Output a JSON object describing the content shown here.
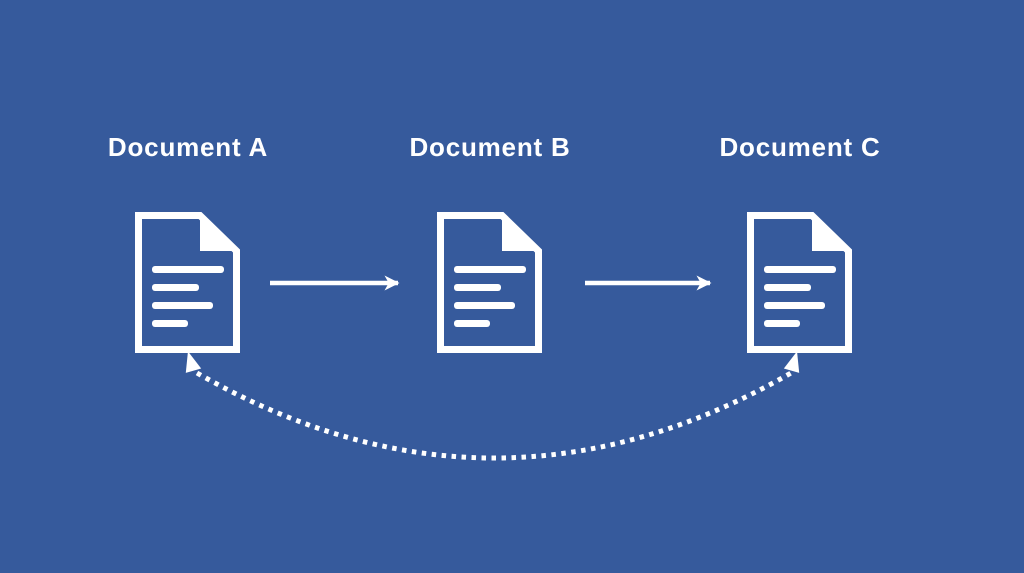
{
  "canvas": {
    "background_color": "#365a9c",
    "accent_color": "#ffffff"
  },
  "diagram": {
    "type": "flow",
    "description": "Three document icons in a row connected left-to-right by solid arrows, with a dotted curved double-headed arrow linking Document A and Document C underneath",
    "nodes": [
      {
        "id": "document-a",
        "label": "Document A",
        "icon": "document-icon"
      },
      {
        "id": "document-b",
        "label": "Document B",
        "icon": "document-icon"
      },
      {
        "id": "document-c",
        "label": "Document C",
        "icon": "document-icon"
      }
    ],
    "edges": [
      {
        "from": "document-a",
        "to": "document-b",
        "style": "solid",
        "arrowhead": "end"
      },
      {
        "from": "document-b",
        "to": "document-c",
        "style": "solid",
        "arrowhead": "end"
      },
      {
        "from": "document-a",
        "to": "document-c",
        "style": "dotted-curve",
        "arrowhead": "both"
      }
    ]
  }
}
